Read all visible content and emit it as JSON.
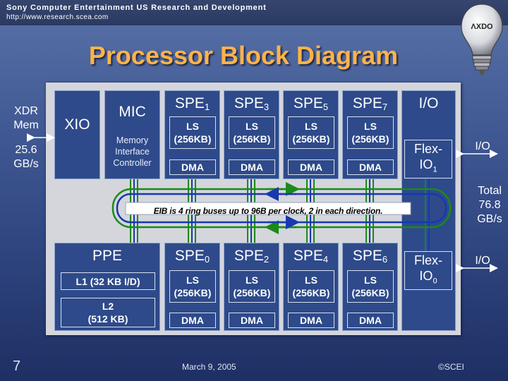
{
  "header": {
    "org": "Sony Computer Entertainment US Research and Development",
    "url": "http://www.research.scea.com"
  },
  "logo": {
    "text": "ΛXDO"
  },
  "title": "Processor Block Diagram",
  "left_side": {
    "mem_label": "XDR\nMem",
    "bandwidth": "25.6\nGB/s"
  },
  "right_side": {
    "io_top": "I/O",
    "io_bottom": "I/O",
    "total": "Total\n76.8\nGB/s"
  },
  "blocks": {
    "xio": "XIO",
    "mic": {
      "label": "MIC",
      "sub": "Memory\nInterface\nController"
    },
    "io": "I/O",
    "flexio1": {
      "label": "Flex-",
      "name": "IO",
      "sub": "1"
    },
    "flexio0": {
      "label": "Flex-",
      "name": "IO",
      "sub": "0"
    },
    "ppe": {
      "label": "PPE",
      "l1": "L1 (32 KB I/D)",
      "l2": "L2\n(512 KB)"
    },
    "spe_common": {
      "prefix": "SPE",
      "ls": "LS\n(256KB)",
      "dma": "DMA"
    },
    "spe_top": [
      {
        "sub": "1",
        "ls": "LS\n(256KB)",
        "dma": "DMA"
      },
      {
        "sub": "3",
        "ls": "LS\n(256KB)",
        "dma": "DMA"
      },
      {
        "sub": "5",
        "ls": "LS\n(256KB)",
        "dma": "DMA"
      },
      {
        "sub": "7",
        "ls": "LS\n(256KB)",
        "dma": "DMA"
      }
    ],
    "spe_bottom": [
      {
        "sub": "0",
        "ls": "LS\n(256KB)",
        "dma": "DMA"
      },
      {
        "sub": "2",
        "ls": "LS\n(256KB)",
        "dma": "DMA"
      },
      {
        "sub": "4",
        "ls": "LS\n(256KB)",
        "dma": "DMA"
      },
      {
        "sub": "6",
        "ls": "LS\n(256KB)",
        "dma": "DMA"
      }
    ]
  },
  "eib": "EIB is 4 ring buses up to 96B per clock, 2 in each direction.",
  "footer": {
    "page": "7",
    "date": "March 9, 2005",
    "copyright": "©SCEI"
  },
  "colors": {
    "title": "#ffb347",
    "block": "#2e4a8a",
    "ring_green": "#1a8a1a",
    "ring_blue": "#1838b0"
  }
}
